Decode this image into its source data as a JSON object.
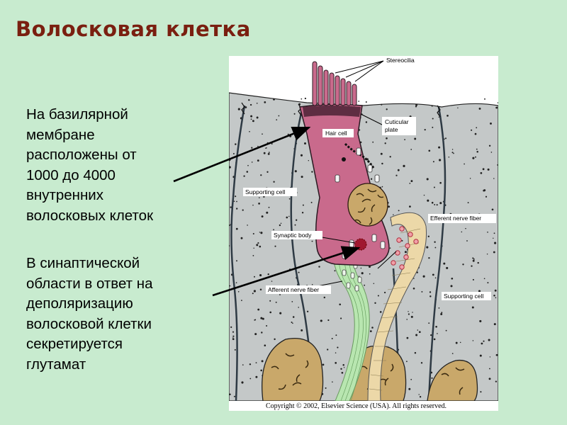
{
  "slide": {
    "title": "Волосковая клетка",
    "paragraphs": [
      "На базилярной\nмембране\nрасположены от\n1000 до 4000\nвнутренних\nволосковых клеток",
      "В синаптической\nобласти в ответ на\nдеполяризацию\nволосковой клетки\nсекретируется\nглутамат"
    ]
  },
  "figure": {
    "labels": {
      "stereocilia": "Stereocilia",
      "cuticular_plate_1": "Cuticular",
      "cuticular_plate_2": "plate",
      "hair_cell": "Hair cell",
      "supporting_cell_left": "Supporting cell",
      "efferent_nerve_fiber": "Efferent nerve fiber",
      "synaptic_body": "Synaptic body",
      "afferent_nerve_fiber": "Afferent nerve fiber",
      "supporting_cell_right": "Supporting cell"
    },
    "copyright": "Copyright © 2002, Elsevier Science (USA). All rights reserved."
  },
  "colors": {
    "background": "#c8ebcf",
    "title": "#7a1f10",
    "hair_cell": "#c96a8c",
    "supporting_cell": "#bfc4c4",
    "nucleus": "#c9a86a",
    "afferent_fiber": "#a8dca0",
    "efferent_fiber": "#ecd8a8"
  }
}
